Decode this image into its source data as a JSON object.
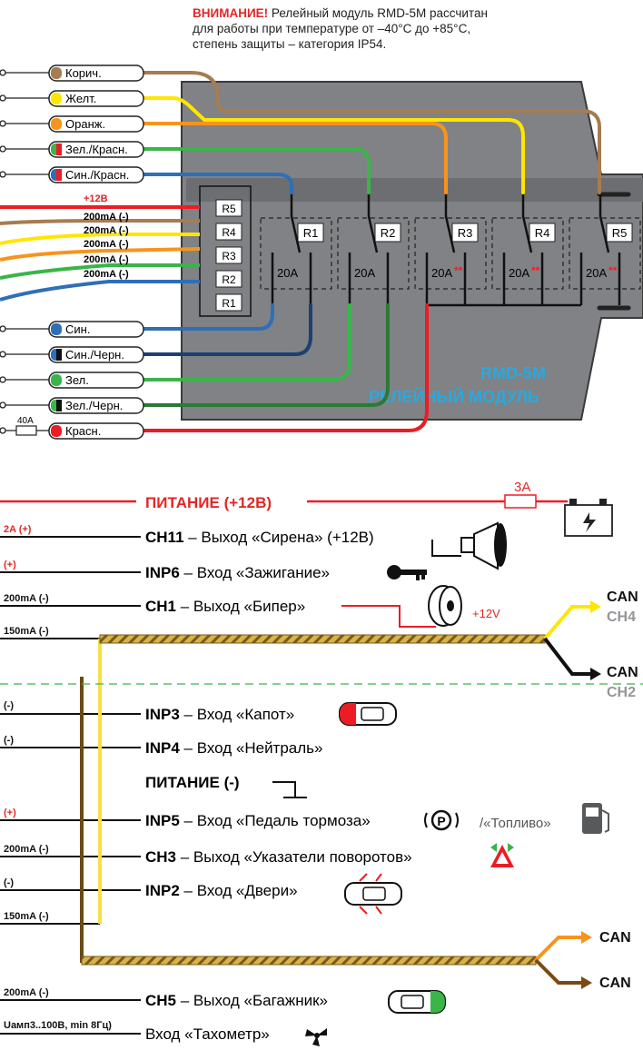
{
  "warning": {
    "title": "ВНИМАНИЕ!",
    "line1": "Релейный модуль RMD-5M рассчитан",
    "line2": "для работы при температуре от –40°С до +85°С,",
    "line3": "степень защиты – категория IP54."
  },
  "module": {
    "model": "RMD-5M",
    "name": "РЕЛЕЙНЫЙ МОДУЛЬ",
    "coils": [
      "R5",
      "R4",
      "R3",
      "R2",
      "R1"
    ],
    "relays": [
      "R1",
      "R2",
      "R3",
      "R4",
      "R5"
    ],
    "ratings": [
      "20A",
      "20A",
      "20A",
      "20A",
      "20A"
    ],
    "rating_mark": "**"
  },
  "top_wires": {
    "labels": [
      "Корич.",
      "Желт.",
      "Оранж.",
      "Зел./Красн.",
      "Син./Красн."
    ],
    "colors": [
      "#a67c52",
      "#ffe600",
      "#f7941d",
      "#39b54a",
      "#2e6fb7"
    ]
  },
  "bottom_wires": {
    "labels": [
      "Син.",
      "Син./Черн.",
      "Зел.",
      "Зел./Черн.",
      "Красн."
    ],
    "fuse": "40A"
  },
  "coil_labels": {
    "plus": "+12В",
    "items": [
      "200mA (-)",
      "200mA (-)",
      "200mA (-)",
      "200mA (-)",
      "200mA (-)"
    ]
  },
  "lower": {
    "power_plus": "ПИТАНИЕ (+12В)",
    "power_plus_fuse": "3А",
    "left_notes": [
      "2A (+)",
      "(+)",
      "200mA (-)",
      "150mA (-)",
      "(-)",
      "(-)",
      "(+)",
      "200mA (-)",
      "(-)",
      "150mA (-)",
      "200mA (-)",
      "Uамп3..100В, min 8Гц)"
    ],
    "rows": [
      {
        "code": "CH11",
        "text": " – Выход «Сирена» (+12В)"
      },
      {
        "code": "INP6",
        "text": " – Вход «Зажигание»"
      },
      {
        "code": "CH1",
        "text": " – Выход «Бипер»"
      },
      {
        "code": "INP3",
        "text": " – Вход «Капот»"
      },
      {
        "code": "INP4",
        "text": " – Вход «Нейтраль»"
      },
      {
        "code": "ПИТАНИЕ (-)",
        "text": ""
      },
      {
        "code": "INP5",
        "text": " – Вход «Педаль тормоза»"
      },
      {
        "code": "CH3",
        "text": " – Выход «Указатели поворотов»"
      },
      {
        "code": "INP2",
        "text": " – Вход «Двери»"
      },
      {
        "code": "CH5",
        "text": " – Выход «Багажник»"
      },
      {
        "code": "",
        "text": "Вход «Тахометр»"
      }
    ],
    "fuel_text": "/«Топливо»",
    "beeper_voltage": "+12V",
    "can_labels": [
      "CAN",
      "CH4",
      "CAN",
      "CH2",
      "CAN",
      "CAN"
    ]
  },
  "icons": [
    "siren-icon",
    "key-icon",
    "beeper-icon",
    "battery-icon",
    "car-hood-icon",
    "brake-pedal-icon",
    "fuel-icon",
    "hazard-icon",
    "car-doors-icon",
    "car-trunk-icon",
    "tachometer-icon"
  ]
}
